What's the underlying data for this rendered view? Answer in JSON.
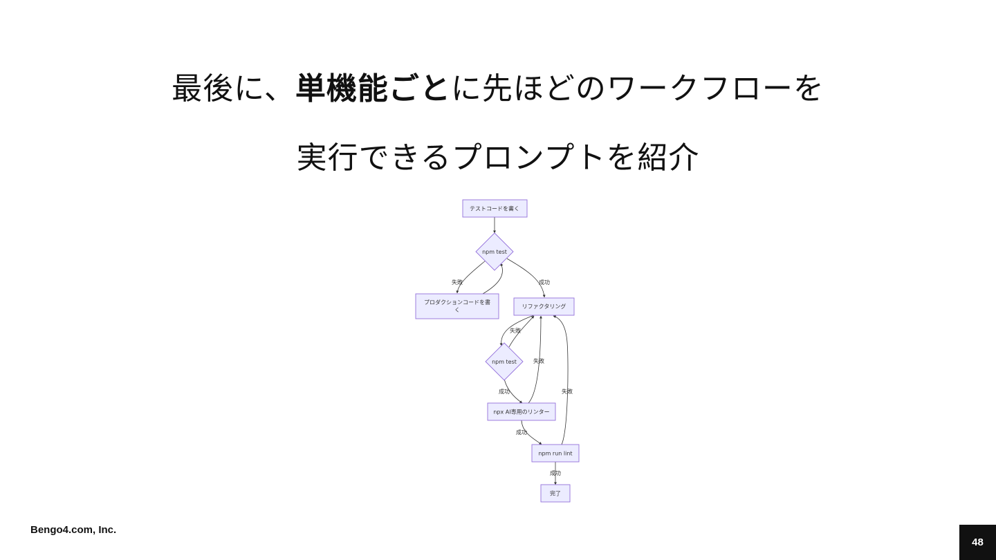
{
  "slide": {
    "title_line1_pre": "最後に、",
    "title_line1_bold": "単機能ごと",
    "title_line1_post": "に先ほどのワークフローを",
    "title_line2": "実行できるプロンプトを紹介"
  },
  "flowchart": {
    "nodes": {
      "write_test": "テストコードを書く",
      "npm_test_1": "npm test",
      "write_prod_line1": "プロダクションコードを書",
      "write_prod_line2": "く",
      "refactor": "リファクタリング",
      "npm_test_2": "npm test",
      "ai_linter": "npx AI専用のリンター",
      "npm_lint": "npm run lint",
      "done": "完了"
    },
    "edge_labels": {
      "test1_fail": "失敗",
      "test1_success": "成功",
      "refactor_fail": "失敗",
      "linter_fail": "失敗",
      "lint_fail": "失敗",
      "test2_success": "成功",
      "linter_success": "成功",
      "lint_success": "成功"
    },
    "colors": {
      "node_fill": "#ECECFF",
      "node_stroke": "#9370DB",
      "edge_stroke": "#333333"
    }
  },
  "footer": {
    "company": "Bengo4.com, Inc.",
    "page_number": "48"
  }
}
